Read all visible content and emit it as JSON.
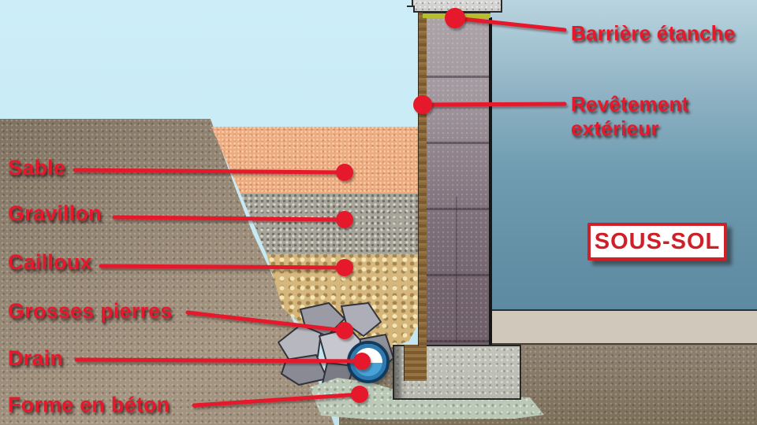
{
  "labels": {
    "sable": "Sable",
    "gravillon": "Gravillon",
    "cailloux": "Cailloux",
    "grosses_pierres": "Grosses pierres",
    "drain": "Drain",
    "forme_en_beton": "Forme en béton",
    "barriere_etanche": "Barrière étanche",
    "revetement_exterieur": "Revêtement\nextérieur",
    "sous_sol": "SOUS-SOL"
  },
  "palette": {
    "label_red": "#e5192b",
    "box_red": "#cf1f27",
    "sky_blue": "#c9ecf7",
    "interior_blue_top": "#b9d4df",
    "interior_blue_bottom": "#5d89a1",
    "sand": "#eba584",
    "gravel": "#a9a79d",
    "cobbles": "#d9bd85",
    "stones_gray": "#a5a5af",
    "soil_brown": "#94876f",
    "grass_green": "#2f6416",
    "wall_gray_above": "#a39aa0",
    "wall_gray_below": "#6e5f68",
    "coating_brown": "#8a6a3c",
    "barrier_yellow": "#b7bd2c",
    "footing_concrete": "#bfc0b7",
    "forme_green": "#c6d2c3",
    "drain_blue": "#2d7ab0"
  }
}
